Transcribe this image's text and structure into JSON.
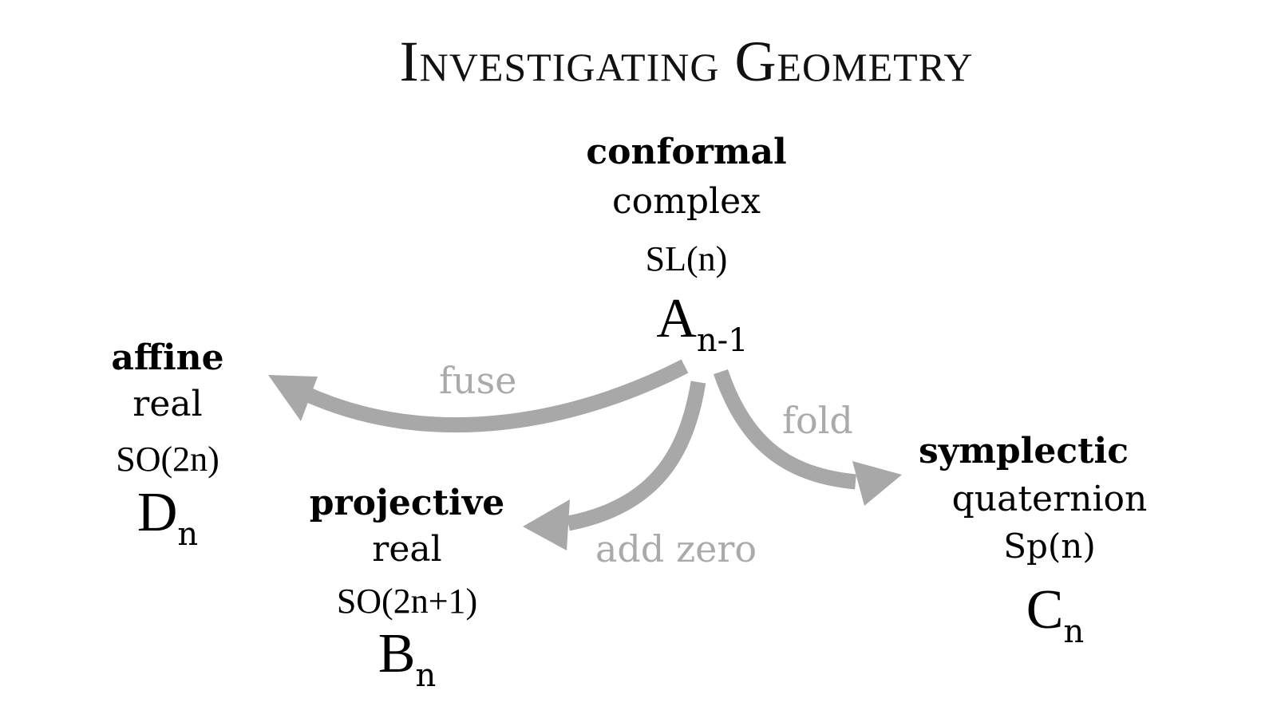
{
  "title": "Investigating Geometry",
  "nodes": {
    "conformal": {
      "kind": "conformal",
      "field": "complex",
      "group": "SL(n)",
      "dynkin_letter": "A",
      "dynkin_sub": "n-1"
    },
    "affine": {
      "kind": "affine",
      "field": "real",
      "group": "SO(2n)",
      "dynkin_letter": "D",
      "dynkin_sub": "n"
    },
    "projective": {
      "kind": "projective",
      "field": "real",
      "group": "SO(2n+1)",
      "dynkin_letter": "B",
      "dynkin_sub": "n"
    },
    "symplectic": {
      "kind": "symplectic",
      "field": "quaternion",
      "group": "Sp(n)",
      "dynkin_letter": "C",
      "dynkin_sub": "n"
    }
  },
  "edges": [
    {
      "from": "conformal",
      "to": "affine",
      "label": "fuse"
    },
    {
      "from": "conformal",
      "to": "projective",
      "label": "add zero"
    },
    {
      "from": "conformal",
      "to": "symplectic",
      "label": "fold"
    }
  ],
  "colors": {
    "arrow": "#a8a8a8",
    "edge_label": "#aaaaaa",
    "text": "#000000"
  }
}
